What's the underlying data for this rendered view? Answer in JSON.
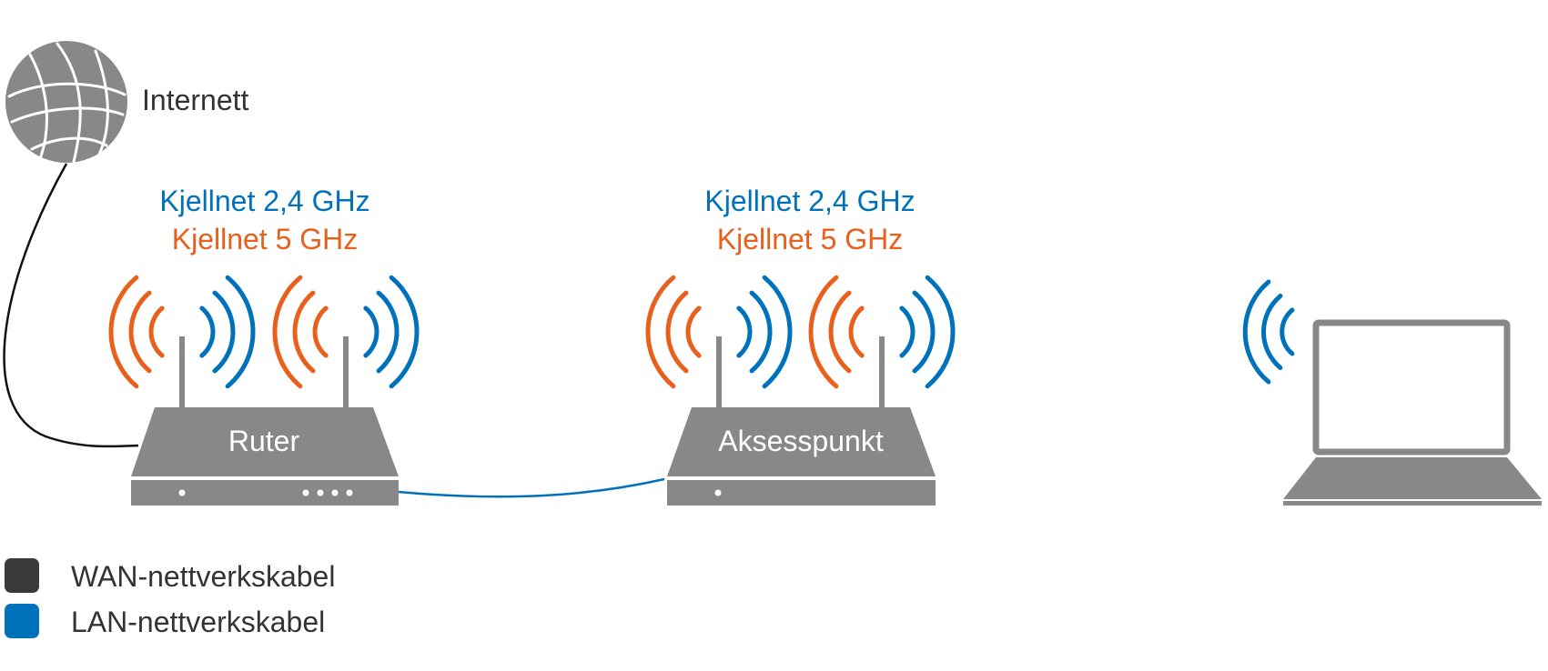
{
  "labels": {
    "internet": "Internett",
    "router": "Ruter",
    "access_point": "Aksesspunkt"
  },
  "networks": {
    "router": {
      "band_24": "Kjellnet 2,4 GHz",
      "band_5": "Kjellnet 5 GHz"
    },
    "access_point": {
      "band_24": "Kjellnet 2,4 GHz",
      "band_5": "Kjellnet 5 GHz"
    }
  },
  "legend": [
    {
      "label": "WAN-nettverkskabel",
      "color": "#3a3a3a"
    },
    {
      "label": "LAN-nettverkskabel",
      "color": "#0072bc"
    }
  ],
  "colors": {
    "device": "#888888",
    "band_24": "#0072bc",
    "band_5": "#e8601c",
    "wan_cable": "#111111",
    "lan_cable": "#0072bc",
    "device_label": "#ffffff",
    "text": "#333333"
  },
  "icons": {
    "internet": "globe-icon",
    "laptop": "laptop-icon"
  }
}
